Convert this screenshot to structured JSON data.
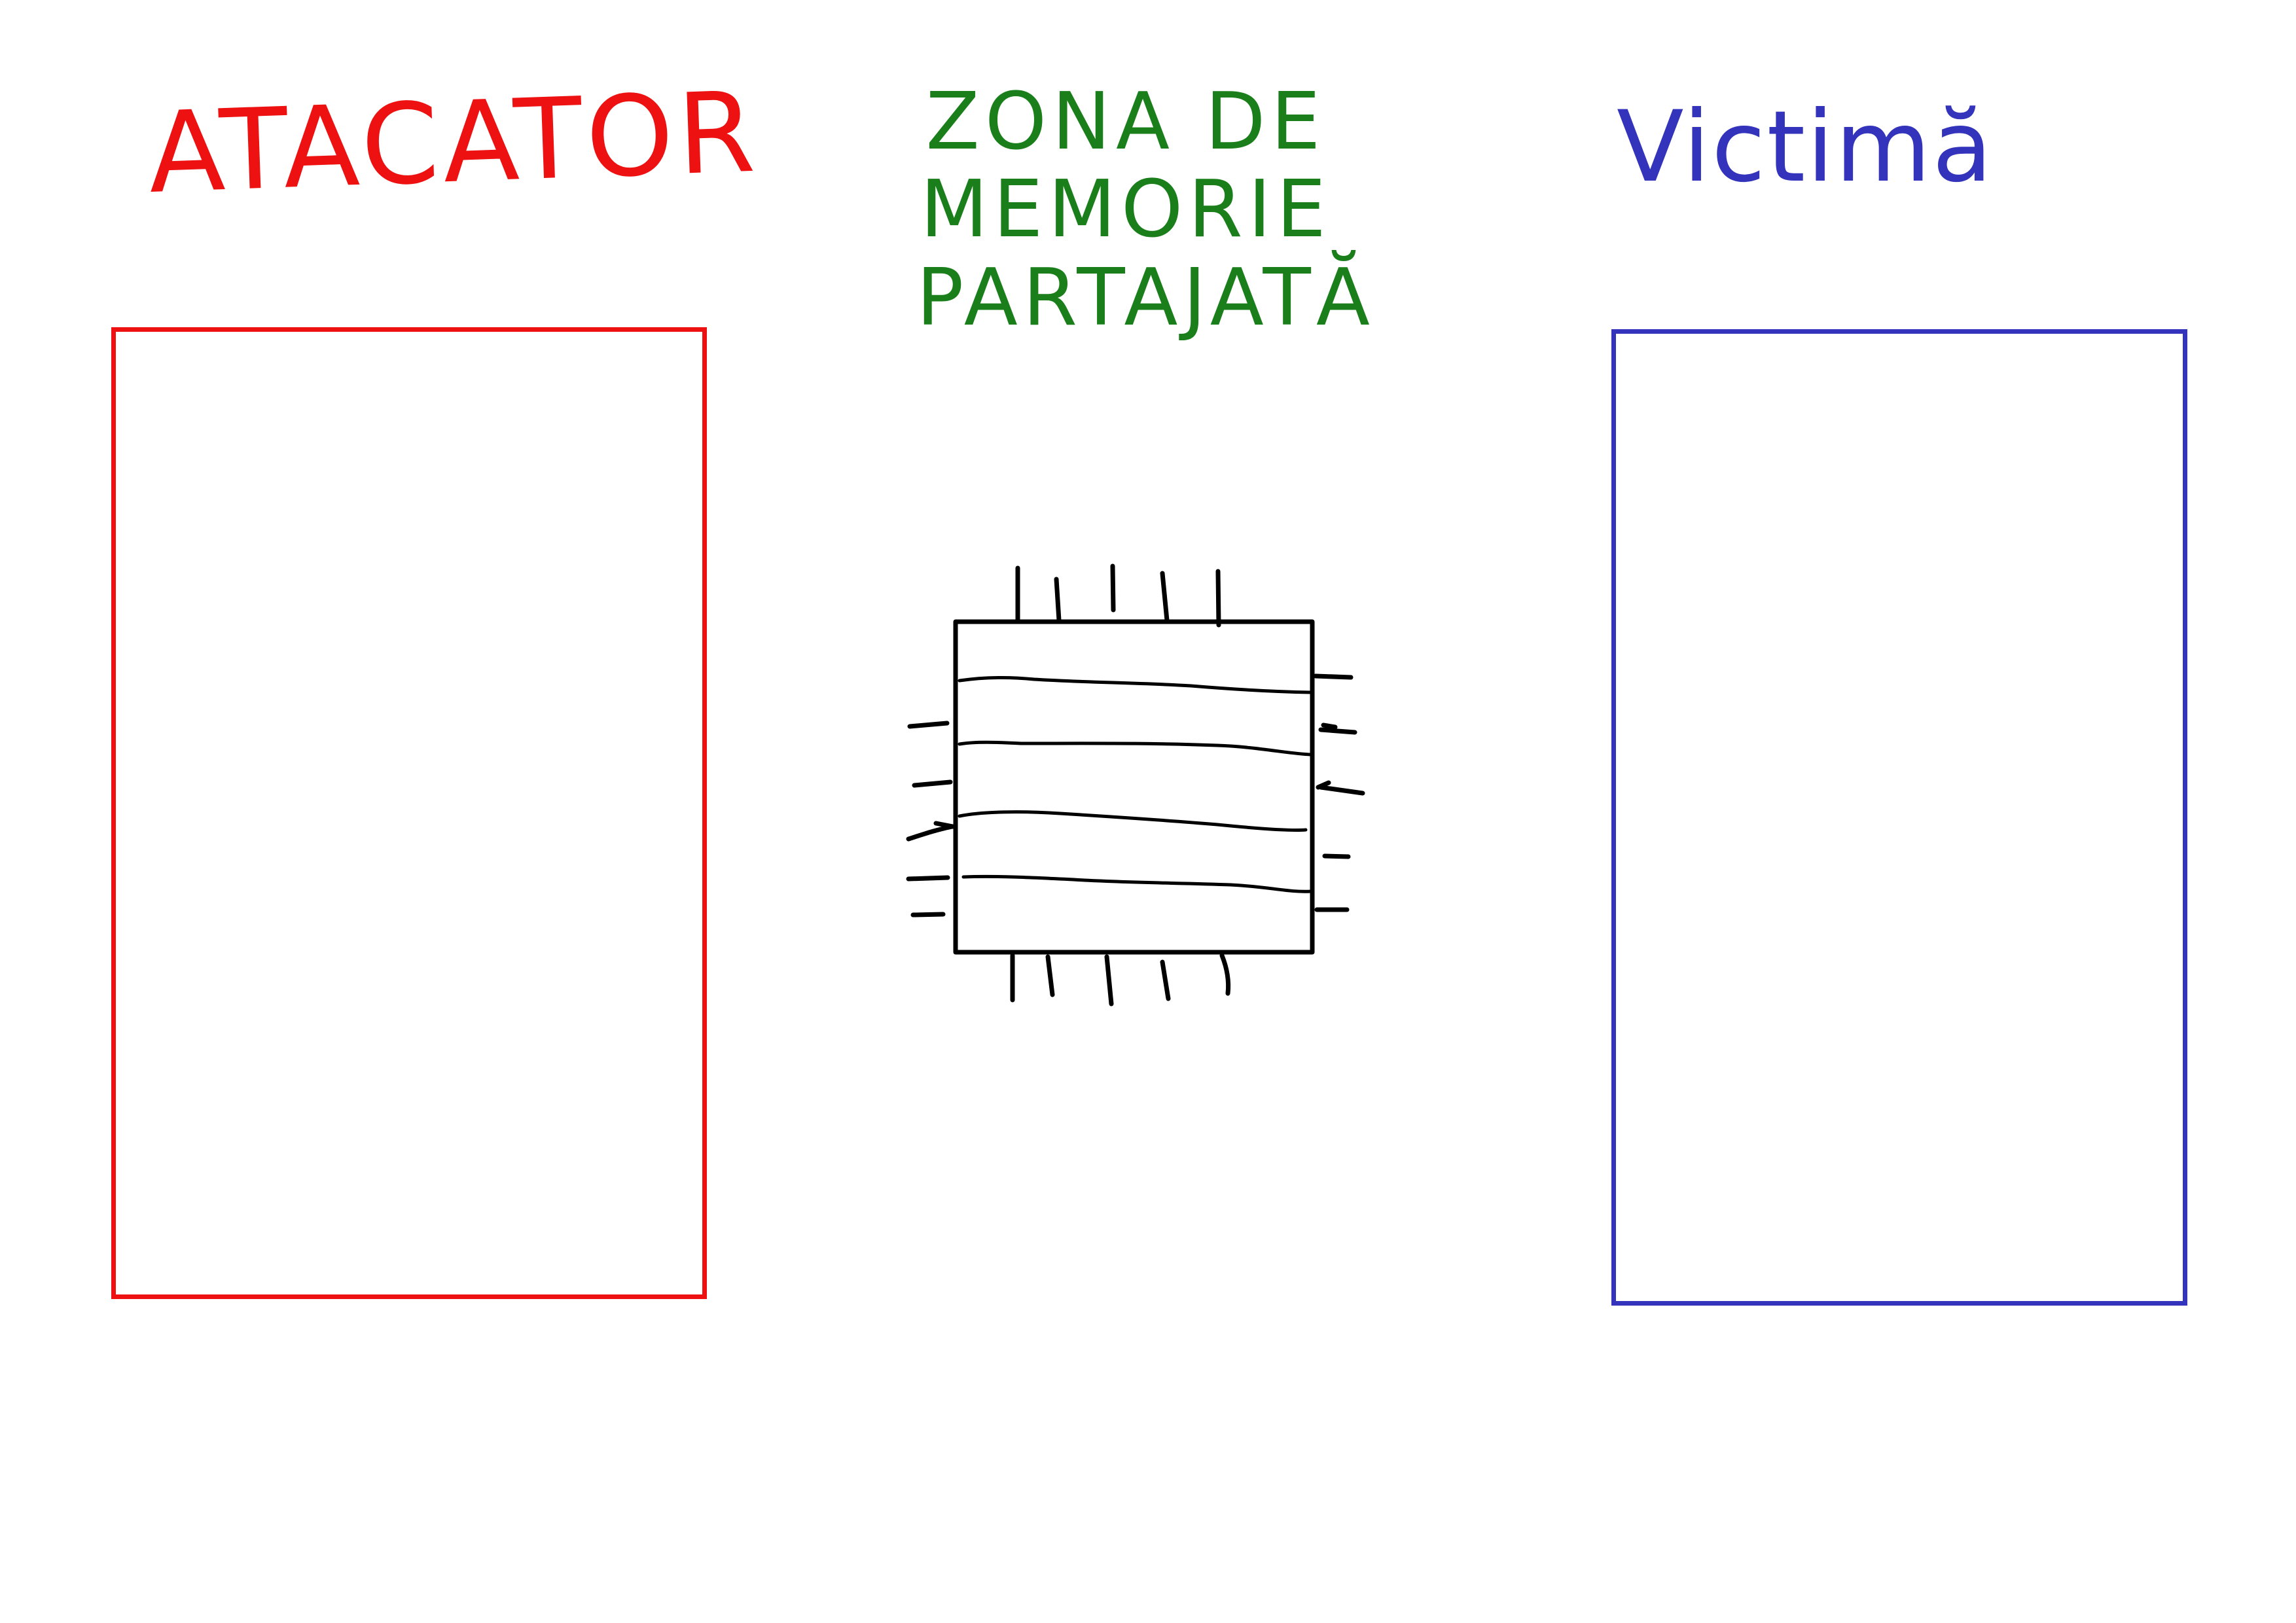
{
  "colors": {
    "attacker": "#ee1111",
    "shared": "#1a7f1a",
    "victim": "#3333bb",
    "chip": "#000000"
  },
  "attacker": {
    "label": "ATACATOR"
  },
  "shared_memory": {
    "label_lines": [
      "ZONA DE",
      "MEMORIE",
      "PARTAJATĂ"
    ]
  },
  "victim": {
    "label": "Victimă"
  },
  "chip": {
    "icon": "memory-chip-icon"
  }
}
